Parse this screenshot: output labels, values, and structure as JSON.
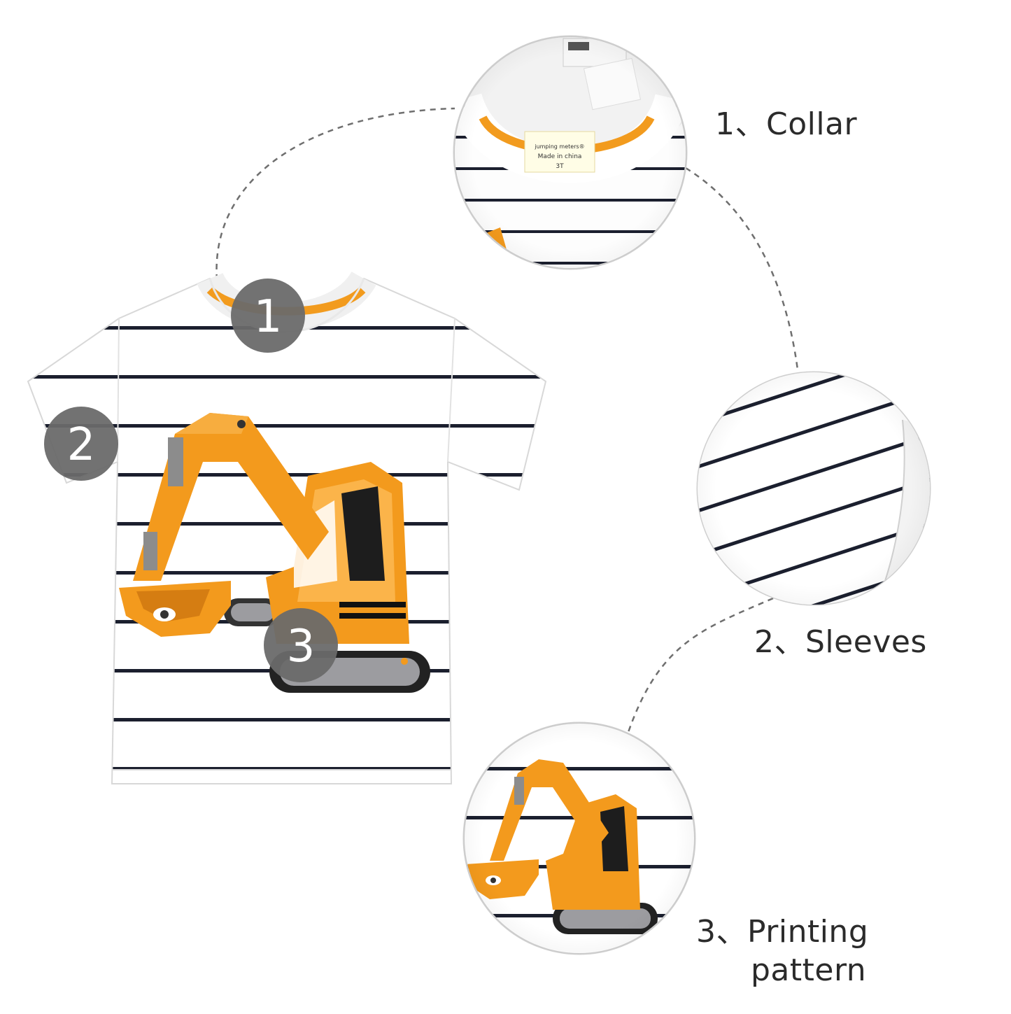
{
  "markers": [
    {
      "number": "1"
    },
    {
      "number": "2"
    },
    {
      "number": "3"
    }
  ],
  "callouts": [
    {
      "label": "1、Collar"
    },
    {
      "label": "2、Sleeves"
    },
    {
      "label_line1": "3、Printing",
      "label_line2": "pattern"
    }
  ],
  "collar_tag": {
    "brand": "jumping meters®",
    "line2": "Made in china",
    "size": "3T"
  },
  "colors": {
    "stripe": "#1b1f2e",
    "excavator_orange": "#f39a1d",
    "marker_bg": "#6a6a6a",
    "collar_trim": "#f29b1e",
    "track_gray": "#9c9ca0"
  },
  "icons": [
    "excavator-print-icon"
  ]
}
